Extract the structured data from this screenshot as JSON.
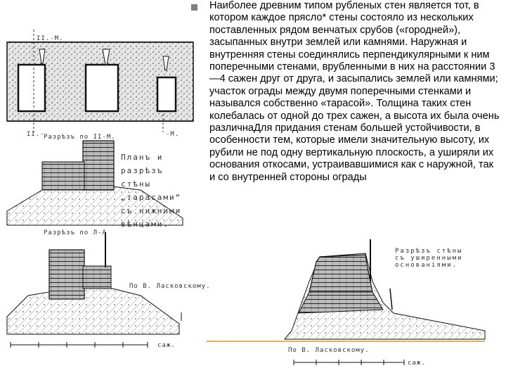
{
  "bullet_text": "Наиболее древним типом рубленых стен является тот, в котором каждое прясло* стены состояло из нескольких поставленных рядом венчатых срубов («городней»), засыпанных внутри землей или камнями. Наружная и внутренняя стены соединялись перпендикулярными к ним поперечными стенами, врубленными в них на расстоянии 3—4 сажен друг от друга, и засыпались землей или камнями; участок ограды между двумя поперечными стенками и назывался собственно «тарасой». Толщина таких стен колебалась от одной до трех сажен, а высота их была очень различнаДля придания стенам большей устойчивости, в особенности тем, которые имели значительную высоту, их рубили не под одну вертикальную плоскость, а уширяли их основания откосами, устраивавшимися как с наружной, так и со внутренней стороны ограды",
  "figures": {
    "plan_top_label": "II.-M.",
    "plan_bottom_left": "II.-",
    "plan_bottom_right": "-M.",
    "section1_label": "Разрѣзъ по II-M.",
    "title_caption": "Планъ и разрѣзъ стѣны „тарасами“ съ нижними вѣнцами.",
    "section2_label": "Разрѣзъ по Л-А",
    "section2_note": "По В. Ласковскому.",
    "section3_caption": "Разрѣзъ стѣны съ уширенными основаніями.",
    "section3_note": "По В. Ласковскому.",
    "scale_left": "саж.",
    "scale_right": "саж."
  }
}
